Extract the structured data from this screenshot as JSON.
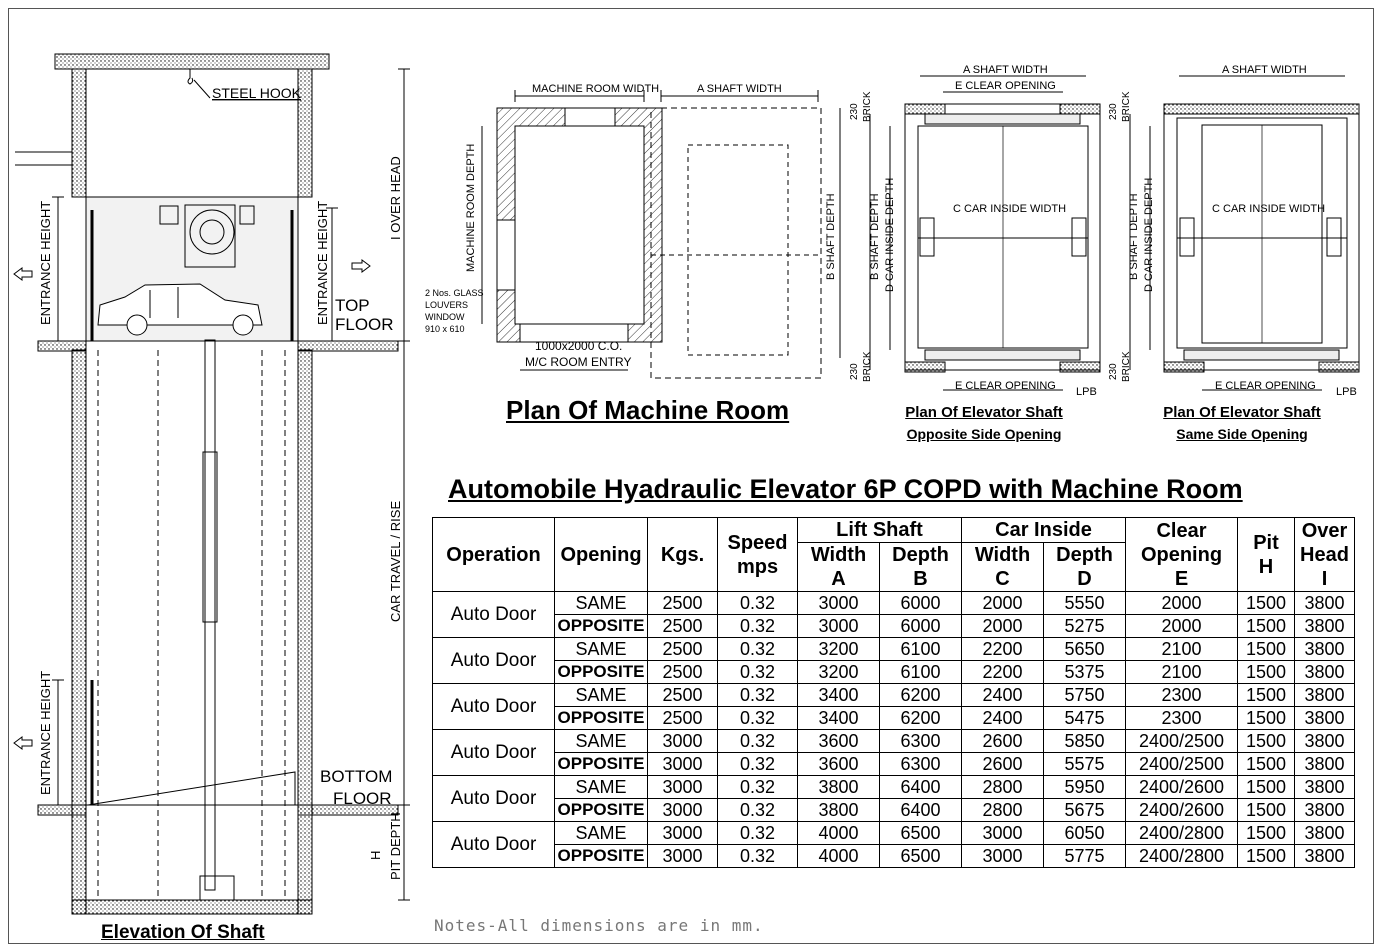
{
  "titles": {
    "main": "Automobile Hyadraulic Elevator 6P COPD with Machine Room",
    "elevation": "Elevation Of Shaft",
    "plan_machine_room": "Plan Of Machine Room",
    "plan_opposite": "Plan Of Elevator Shaft",
    "plan_opposite_sub": "Opposite Side Opening",
    "plan_same": "Plan Of Elevator Shaft",
    "plan_same_sub": "Same Side Opening"
  },
  "elevation_labels": {
    "steel_hook": "STEEL HOOK",
    "entrance_height_top_left": "ENTRANCE HEIGHT",
    "entrance_height_top_right": "ENTRANCE HEIGHT",
    "entrance_height_bottom": "ENTRANCE HEIGHT",
    "over_head": "I OVER HEAD",
    "top_floor_1": "TOP",
    "top_floor_2": "FLOOR",
    "car_travel": "CAR TRAVEL / RISE",
    "bottom_floor_1": "BOTTOM",
    "bottom_floor_2": "FLOOR",
    "pit_h": "H",
    "pit_depth": "PIT DEPTH"
  },
  "machine_room_labels": {
    "mr_width": "MACHINE ROOM WIDTH",
    "a_shaft_width": "A  SHAFT WIDTH",
    "mr_depth": "MACHINE ROOM DEPTH",
    "b_shaft_depth": "B  SHAFT DEPTH",
    "louvers_1": "2 Nos. GLASS",
    "louvers_2": "LOUVERS",
    "louvers_3": "WINDOW",
    "louvers_4": "910 x 610",
    "entry_1": "1000x2000 C.O.",
    "entry_2": "M/C ROOM ENTRY"
  },
  "shaft_labels": {
    "a_shaft_width": "A  SHAFT WIDTH",
    "e_clear_opening": "E  CLEAR OPENING",
    "c_car_inside_width": "C  CAR INSIDE WIDTH",
    "b_shaft_depth": "B  SHAFT DEPTH",
    "d_car_inside_depth": "D  CAR INSIDE DEPTH",
    "dim_230": "230",
    "brick": "BRICK",
    "lpb": "LPB"
  },
  "table": {
    "headers": {
      "operation": "Operation",
      "opening": "Opening",
      "kgs": "Kgs.",
      "speed_1": "Speed",
      "speed_2": "mps",
      "lift_shaft": "Lift Shaft",
      "car_inside": "Car Inside",
      "width_a_1": "Width",
      "width_a_2": "A",
      "depth_b_1": "Depth",
      "depth_b_2": "B",
      "width_c_1": "Width",
      "width_c_2": "C",
      "depth_d_1": "Depth",
      "depth_d_2": "D",
      "clear_1": "Clear",
      "clear_2": "Opening",
      "clear_3": "E",
      "pit_1": "Pit",
      "pit_2": "H",
      "over_1": "Over",
      "over_2": "Head",
      "over_3": "I"
    },
    "groups": [
      {
        "operation": "Auto Door",
        "rows": [
          {
            "opening": "SAME",
            "kgs": "2500",
            "speed": "0.32",
            "a": "3000",
            "b": "6000",
            "c": "2000",
            "d": "5550",
            "e": "2000",
            "h": "1500",
            "i": "3800"
          },
          {
            "opening": "OPPOSITE",
            "kgs": "2500",
            "speed": "0.32",
            "a": "3000",
            "b": "6000",
            "c": "2000",
            "d": "5275",
            "e": "2000",
            "h": "1500",
            "i": "3800"
          }
        ]
      },
      {
        "operation": "Auto Door",
        "rows": [
          {
            "opening": "SAME",
            "kgs": "2500",
            "speed": "0.32",
            "a": "3200",
            "b": "6100",
            "c": "2200",
            "d": "5650",
            "e": "2100",
            "h": "1500",
            "i": "3800"
          },
          {
            "opening": "OPPOSITE",
            "kgs": "2500",
            "speed": "0.32",
            "a": "3200",
            "b": "6100",
            "c": "2200",
            "d": "5375",
            "e": "2100",
            "h": "1500",
            "i": "3800"
          }
        ]
      },
      {
        "operation": "Auto Door",
        "rows": [
          {
            "opening": "SAME",
            "kgs": "2500",
            "speed": "0.32",
            "a": "3400",
            "b": "6200",
            "c": "2400",
            "d": "5750",
            "e": "2300",
            "h": "1500",
            "i": "3800"
          },
          {
            "opening": "OPPOSITE",
            "kgs": "2500",
            "speed": "0.32",
            "a": "3400",
            "b": "6200",
            "c": "2400",
            "d": "5475",
            "e": "2300",
            "h": "1500",
            "i": "3800"
          }
        ]
      },
      {
        "operation": "Auto Door",
        "rows": [
          {
            "opening": "SAME",
            "kgs": "3000",
            "speed": "0.32",
            "a": "3600",
            "b": "6300",
            "c": "2600",
            "d": "5850",
            "e": "2400/2500",
            "h": "1500",
            "i": "3800"
          },
          {
            "opening": "OPPOSITE",
            "kgs": "3000",
            "speed": "0.32",
            "a": "3600",
            "b": "6300",
            "c": "2600",
            "d": "5575",
            "e": "2400/2500",
            "h": "1500",
            "i": "3800"
          }
        ]
      },
      {
        "operation": "Auto Door",
        "rows": [
          {
            "opening": "SAME",
            "kgs": "3000",
            "speed": "0.32",
            "a": "3800",
            "b": "6400",
            "c": "2800",
            "d": "5950",
            "e": "2400/2600",
            "h": "1500",
            "i": "3800"
          },
          {
            "opening": "OPPOSITE",
            "kgs": "3000",
            "speed": "0.32",
            "a": "3800",
            "b": "6400",
            "c": "2800",
            "d": "5675",
            "e": "2400/2600",
            "h": "1500",
            "i": "3800"
          }
        ]
      },
      {
        "operation": "Auto Door",
        "rows": [
          {
            "opening": "SAME",
            "kgs": "3000",
            "speed": "0.32",
            "a": "4000",
            "b": "6500",
            "c": "3000",
            "d": "6050",
            "e": "2400/2800",
            "h": "1500",
            "i": "3800"
          },
          {
            "opening": "OPPOSITE",
            "kgs": "3000",
            "speed": "0.32",
            "a": "4000",
            "b": "6500",
            "c": "3000",
            "d": "5775",
            "e": "2400/2800",
            "h": "1500",
            "i": "3800"
          }
        ]
      }
    ]
  },
  "notes": "Notes-All dimensions are in mm."
}
